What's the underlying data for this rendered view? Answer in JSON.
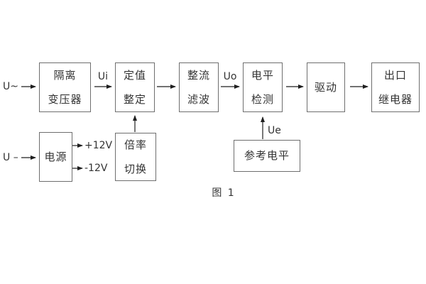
{
  "figure": {
    "caption": "图 1",
    "boxes": {
      "isolation": {
        "line1": "隔离",
        "line2": "变压器"
      },
      "setting": {
        "line1": "定值",
        "line2": "整定"
      },
      "rectifier": {
        "line1": "整流",
        "line2": "滤波"
      },
      "level": {
        "line1": "电平",
        "line2": "检测"
      },
      "driver": {
        "line1": "驱动"
      },
      "output": {
        "line1": "出口",
        "line2": "继电器"
      },
      "power": {
        "line1": "电源"
      },
      "ratio": {
        "line1": "倍率",
        "line2": "切换"
      },
      "reference": {
        "line1": "参考电平"
      }
    },
    "labels": {
      "ac_input": "U~",
      "dc_input": "U –",
      "ui": "Ui",
      "uo": "Uo",
      "ue": "Ue",
      "plus_12v": "+12V",
      "minus_12v": "-12V"
    },
    "colors": {
      "background": "#ffffff",
      "box_border": "#6e6e6e",
      "text": "#333333",
      "arrow": "#1f1f1f"
    }
  }
}
